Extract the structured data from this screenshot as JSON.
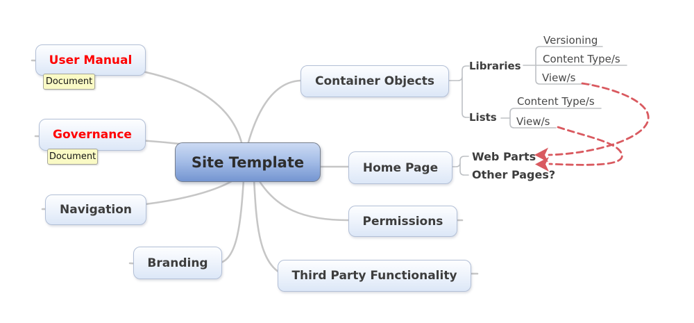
{
  "diagram": {
    "root": {
      "label": "Site Template"
    },
    "topics": {
      "user_manual": {
        "label": "User Manual",
        "tag": "Document",
        "text_color": "#fe0000"
      },
      "governance": {
        "label": "Governance",
        "tag": "Document",
        "text_color": "#fe0000"
      },
      "navigation": {
        "label": "Navigation"
      },
      "branding": {
        "label": "Branding"
      },
      "container_objects": {
        "label": "Container Objects"
      },
      "home_page": {
        "label": "Home Page"
      },
      "permissions": {
        "label": "Permissions"
      },
      "third_party": {
        "label": "Third Party Functionality"
      }
    },
    "subtopics": {
      "libraries": {
        "label": "Libraries",
        "items": [
          "Versioning",
          "Content Type/s",
          "View/s"
        ]
      },
      "lists": {
        "label": "Lists",
        "items": [
          "Content Type/s",
          "View/s"
        ]
      },
      "web_parts": {
        "label": "Web Parts"
      },
      "other_pages": {
        "label": "Other Pages?"
      }
    },
    "relationships": [
      {
        "from": "Libraries > View/s",
        "to": "Web Parts",
        "style": "dashed-arrow"
      },
      {
        "from": "Lists > View/s",
        "to": "Web Parts",
        "style": "dashed-arrow"
      }
    ],
    "colors": {
      "highlight_text": "#fe0000",
      "topic_text": "#3d3d3d",
      "central_fill_top": "#ccdaf3",
      "central_fill_bottom": "#7495d1",
      "topic_fill_top": "#fdfeff",
      "topic_fill_bottom": "#dce7f7",
      "topic_border": "#b2bfd6",
      "branch_line": "#c6c6c6",
      "subline": "#bdc0c4",
      "tag_fill": "#fafac5",
      "relationship_arrow": "#d9595f"
    }
  }
}
